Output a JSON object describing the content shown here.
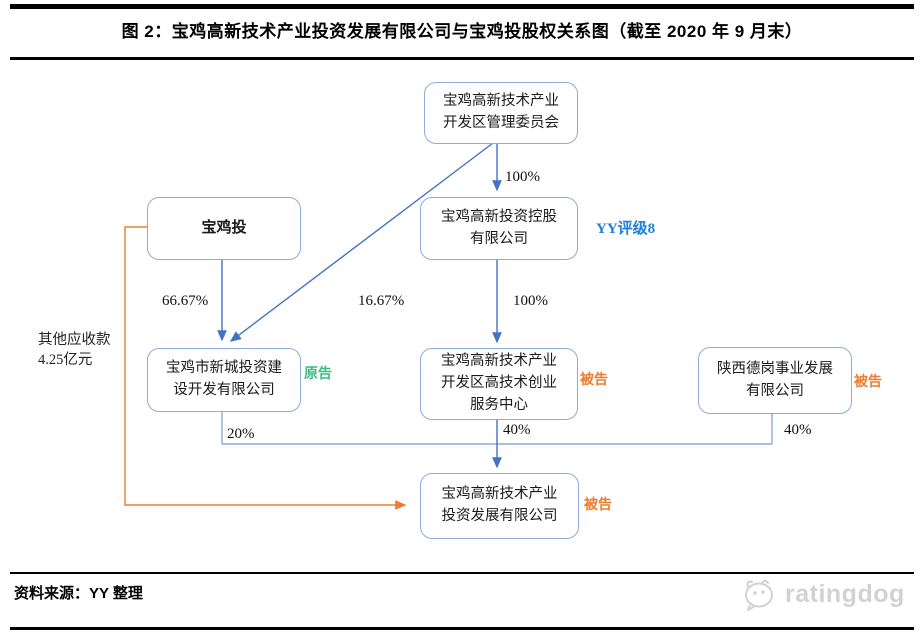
{
  "page": {
    "title": "图 2：宝鸡高新技术产业投资发展有限公司与宝鸡投股权关系图（截至 2020 年 9 月末）",
    "footer_source": "资料来源：YY 整理",
    "brand": "ratingdog"
  },
  "colors": {
    "box_border": "#8FAADC",
    "arrow_blue": "#4472C4",
    "arrow_orange": "#ED7D31",
    "plaintiff_green": "#3DBB80",
    "defendant_orange": "#ED7D31",
    "rating_blue": "#2080D8",
    "brand_gray": "#D2D2D2"
  },
  "diagram": {
    "nodes": [
      {
        "id": "admin-committee",
        "text": "宝鸡高新技术产业\n开发区管理委员会"
      },
      {
        "id": "baojitou",
        "text": "宝鸡投"
      },
      {
        "id": "holding",
        "text": "宝鸡高新投资控股\n有限公司"
      },
      {
        "id": "xincheng",
        "text": "宝鸡市新城投资建\n设开发有限公司"
      },
      {
        "id": "service-center",
        "text": "宝鸡高新技术产业\n开发区高技术创业\n服务中心"
      },
      {
        "id": "degang",
        "text": "陕西德岗事业发展\n有限公司"
      },
      {
        "id": "target",
        "text": "宝鸡高新技术产业\n投资发展有限公司"
      }
    ],
    "edges": [
      {
        "from": "宝鸡高新技术产业开发区管理委员会",
        "to": "宝鸡高新投资控股有限公司",
        "label": "100%"
      },
      {
        "from": "宝鸡投",
        "to": "宝鸡市新城投资建设开发有限公司",
        "label": "66.67%"
      },
      {
        "from": "宝鸡高新技术产业开发区管理委员会",
        "to": "宝鸡市新城投资建设开发有限公司",
        "label": "16.67%"
      },
      {
        "from": "宝鸡高新投资控股有限公司",
        "to": "宝鸡高新技术产业开发区高技术创业服务中心",
        "label": "100%"
      },
      {
        "from": "宝鸡市新城投资建设开发有限公司",
        "to": "宝鸡高新技术产业投资发展有限公司",
        "label": "20%"
      },
      {
        "from": "宝鸡高新技术产业开发区高技术创业服务中心",
        "to": "宝鸡高新技术产业投资发展有限公司",
        "label": "40%"
      },
      {
        "from": "陕西德岗事业发展有限公司",
        "to": "宝鸡高新技术产业投资发展有限公司",
        "label": "40%"
      }
    ],
    "annotations": {
      "rating": "YY评级8",
      "plaintiff": "原告",
      "defendant": "被告",
      "receivable_note": "其他应收款\n4.25亿元"
    }
  }
}
